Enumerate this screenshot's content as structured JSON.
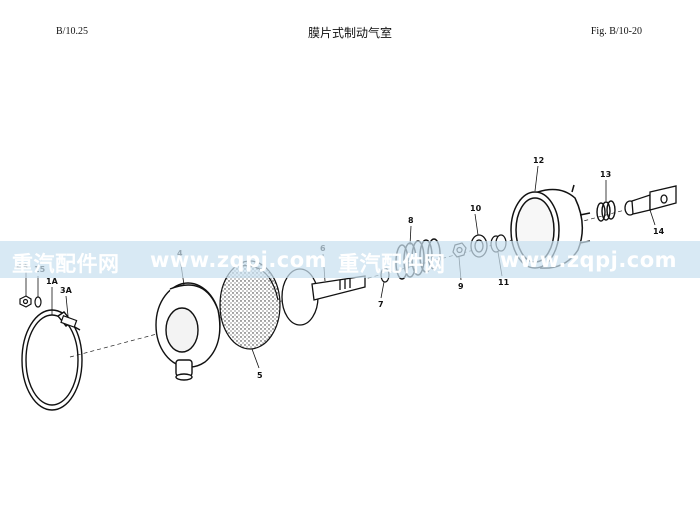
{
  "header": {
    "left": "B/10.25",
    "center": "膜片式制动气室",
    "right": "Fig. B/10-20"
  },
  "watermark": {
    "text_1": "重汽配件网",
    "text_2": "www.zqpj.com",
    "text_3": "重汽配件网",
    "text_4": "www.zqpj.com",
    "color": "#c9e0f0"
  },
  "callouts": {
    "c1": "1A",
    "c2A": "2A",
    "c3A": "3A",
    "c15": "15",
    "c4": "4",
    "c5": "5",
    "c6": "6",
    "c7": "7",
    "c8": "8",
    "c9": "9",
    "c10": "10",
    "c11": "11",
    "c12": "12",
    "c13": "13",
    "c14": "14"
  }
}
